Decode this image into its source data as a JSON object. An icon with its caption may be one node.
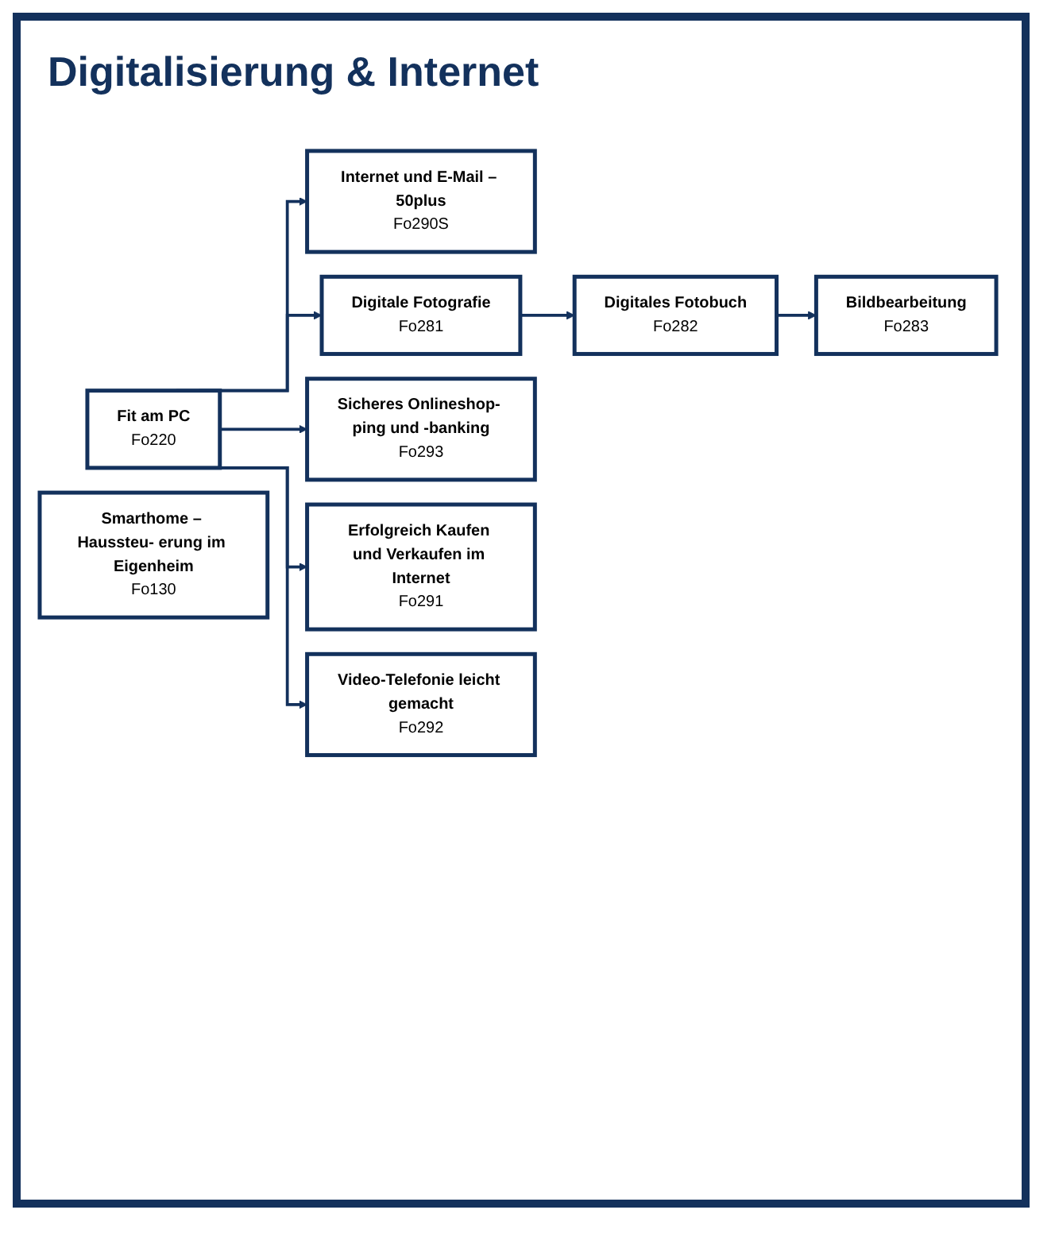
{
  "diagram": {
    "title": "Digitalisierung & Internet",
    "nodes": [
      {
        "text": [
          "Fit am PC",
          "Fo220"
        ]
      },
      {
        "text": [
          "Internet und E-Mail – 50plus",
          "Fo290S"
        ]
      },
      {
        "text": [
          "Digitale Fotografie",
          "Fo281"
        ]
      },
      {
        "text": [
          "Sicheres Onlineshop- ping und -banking",
          "Fo293"
        ]
      },
      {
        "text": [
          "Digitales Fotobuch",
          "Fo282"
        ]
      },
      {
        "text": [
          "Erfolgreich Kaufen und Verkaufen im Internet",
          "Fo291"
        ]
      },
      {
        "text": [
          "Bildbearbeitung",
          "Fo283"
        ]
      },
      {
        "text": [
          "Video-Telefonie leicht gemacht",
          "Fo292"
        ]
      },
      {
        "text": [
          "Smarthome – Haussteu- erung im Eigenheim",
          "Fo130"
        ]
      }
    ],
    "edges": [
      {
        "from": 0,
        "to": 1,
        "arrow": "to"
      },
      {
        "from": 0,
        "to": 2,
        "arrow": "to"
      },
      {
        "from": 0,
        "to": 3,
        "arrow": "to"
      },
      {
        "from": 0,
        "to": 5,
        "arrow": "to"
      },
      {
        "from": 0,
        "to": 7,
        "arrow": "to"
      },
      {
        "from": 2,
        "to": 4,
        "arrow": "to"
      },
      {
        "from": 4,
        "to": 6,
        "arrow": "to"
      }
    ]
  }
}
